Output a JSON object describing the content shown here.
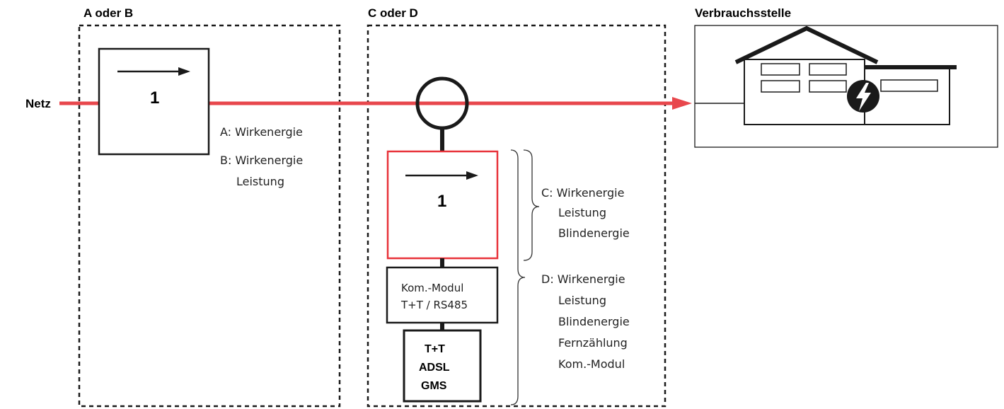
{
  "headers": {
    "zone_ab": "A oder B",
    "zone_cd": "C oder D",
    "consumer": "Verbrauchsstelle",
    "grid": "Netz"
  },
  "meter_left": {
    "number": "1",
    "option_a": "A: Wirkenergie",
    "option_b_line1": "B: Wirkenergie",
    "option_b_line2": "Leistung"
  },
  "meter_right": {
    "number": "1"
  },
  "comm_module": {
    "line1": "Kom.-Modul",
    "line2": "T+T / RS485"
  },
  "transmission": {
    "line1": "T+T",
    "line2": "ADSL",
    "line3": "GMS"
  },
  "option_c": {
    "line1": "C: Wirkenergie",
    "line2": "Leistung",
    "line3": "Blindenergie"
  },
  "option_d": {
    "line1": "D: Wirkenergie",
    "line2": "Leistung",
    "line3": "Blindenergie",
    "line4": "Fernzählung",
    "line5": "Kom.-Modul"
  },
  "colors": {
    "power_line": "#e8474c",
    "meter_frame_c": "#e8333a",
    "stroke": "#1a1a1a"
  },
  "icons": {
    "flow_arrow": "arrow-right-icon",
    "current_transformer": "circle-icon",
    "building": "house-icon",
    "lightning": "lightning-bolt-icon"
  }
}
